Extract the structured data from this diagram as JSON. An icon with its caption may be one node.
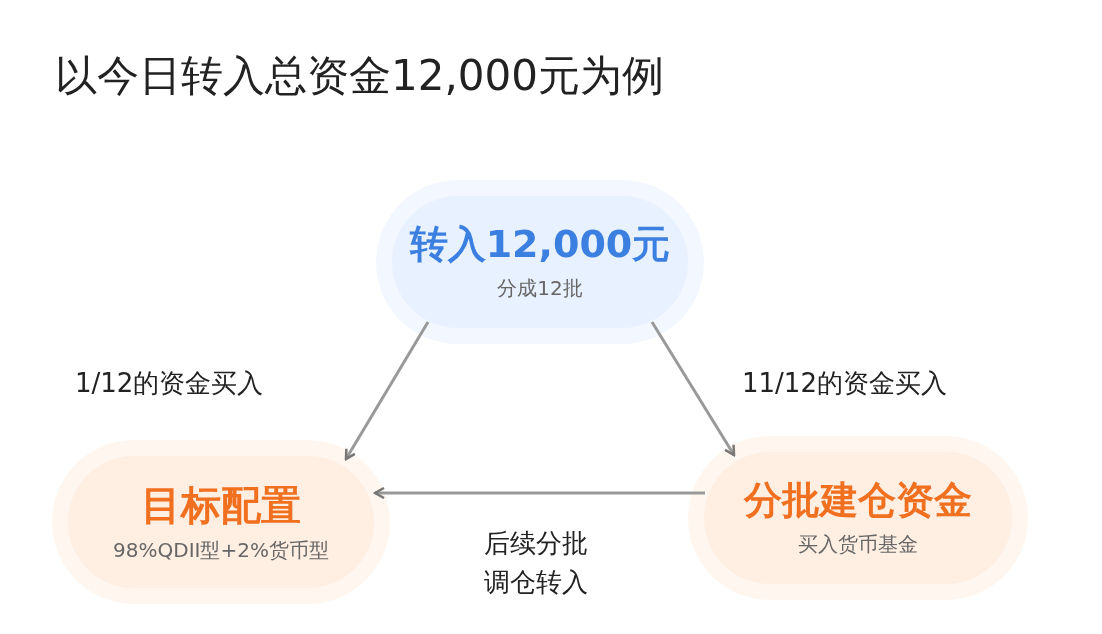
{
  "diagram": {
    "title": "以今日转入总资金12,000元为例",
    "nodes": [
      {
        "text": [
          "转入12,000元",
          "分成12批"
        ]
      },
      {
        "text": [
          "目标配置",
          "98%QDII型+2%货币型"
        ]
      },
      {
        "text": [
          "分批建仓资金",
          "买入货币基金"
        ]
      }
    ],
    "edges": [
      {
        "from": 0,
        "to": 1,
        "arrow": "to",
        "label": "1/12的资金买入"
      },
      {
        "from": 0,
        "to": 2,
        "arrow": "to",
        "label": "11/12的资金买入"
      },
      {
        "from": 2,
        "to": 1,
        "arrow": "to",
        "label": "后续分批调仓转入"
      }
    ]
  }
}
